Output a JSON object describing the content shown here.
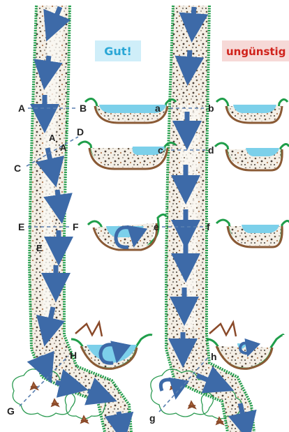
{
  "badges": {
    "good": {
      "text": "Gut!",
      "bg": "#cfeef9",
      "fg": "#2aa7d6"
    },
    "bad": {
      "text": "ungünstig",
      "bg": "#f6d9d7",
      "fg": "#d0231c"
    }
  },
  "section_labels": {
    "left_A": "A",
    "left_B": "B",
    "left_C": "C",
    "left_D": "D",
    "left_A_mark1": "A",
    "left_A_mark2": "A",
    "left_E": "E",
    "left_F": "F",
    "left_E_mark": "E",
    "left_G": "G",
    "left_H": "H",
    "right_a": "a",
    "right_b": "b",
    "right_c": "c",
    "right_d": "d",
    "right_e": "e",
    "right_f": "f",
    "right_g": "g",
    "right_h": "h"
  },
  "colors": {
    "bank_green": "#1f9e4a",
    "arrow_blue": "#3d6aa8",
    "water_blue": "#7cd0ea",
    "bed_brown": "#8a5a35",
    "dashed_line": "#5a7fb0"
  }
}
